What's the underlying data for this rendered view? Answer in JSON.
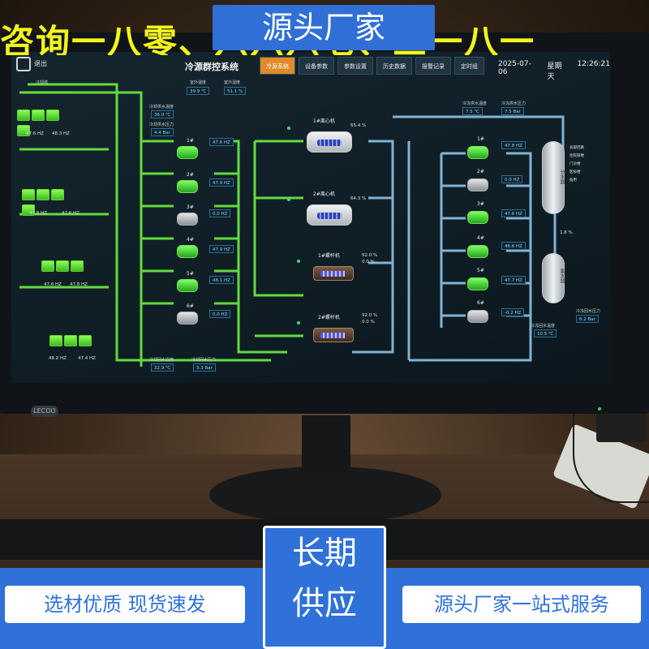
{
  "overlay": {
    "brand": "源头厂家",
    "hotline": "咨询一八零、六六六七、三一八一",
    "center_line1": "长期",
    "center_line2": "供应",
    "left_tag": "选材优质  现货速发",
    "right_tag": "源头厂家一站式服务"
  },
  "monitor": {
    "logo": "LECOO"
  },
  "header": {
    "back_label": "退出",
    "title": "冷源群控系统",
    "tabs": [
      "冷源系统",
      "设备参数",
      "参数设置",
      "历史数据",
      "报警记录",
      "定时组"
    ],
    "date": "2025-07-06",
    "weekday": "星期天",
    "time": "12:26:21"
  },
  "left": {
    "tower_label": "冷却塔",
    "outdoor_temp_label": "室外温度",
    "outdoor_temp": "39.9 ℃",
    "outdoor_hum_label": "室外湿度",
    "outdoor_hum": "51.1 %",
    "cw_supply_temp_label": "冷却供水温度",
    "cw_supply_temp": "36.0 ℃",
    "cw_supply_press_label": "冷却供水压力",
    "cw_supply_press": "4.4 Bar",
    "cw_return_temp_label": "冷却回水温度",
    "cw_return_temp": "32.9 ℃",
    "cw_return_press_label": "冷却回水压力",
    "cw_return_press": "3.3 Bar",
    "tower_freqs": [
      "47.6 HZ",
      "48.3 HZ",
      "47.8 HZ",
      "47.6 HZ",
      "47.6 HZ",
      "47.8 HZ",
      "48.2 HZ",
      "47.4 HZ"
    ]
  },
  "cooling_pumps": [
    {
      "name": "1#",
      "freq": "47.6 HZ"
    },
    {
      "name": "2#",
      "freq": "47.9 HZ"
    },
    {
      "name": "3#",
      "freq": "0.0 HZ"
    },
    {
      "name": "4#",
      "freq": "47.9 HZ"
    },
    {
      "name": "5#",
      "freq": "48.1 HZ"
    },
    {
      "name": "6#",
      "freq": "0.0 HZ"
    }
  ],
  "chillers": [
    {
      "name": "1#离心机",
      "load": "65.4 %"
    },
    {
      "name": "2#离心机",
      "load": "64.3 %"
    },
    {
      "name": "1#螺杆机",
      "load1": "92.0 %",
      "load2": "0.0 %"
    },
    {
      "name": "2#螺杆机",
      "load1": "92.0 %",
      "load2": "0.0 %"
    }
  ],
  "right": {
    "chw_supply_temp_label": "冷冻供水温度",
    "chw_supply_temp": "7.5 ℃",
    "chw_supply_press_label": "冷冻供水压力",
    "chw_supply_press": "7.5 Bar",
    "chw_return_press_label": "冷冻回水压力",
    "chw_return_press": "6.2 Bar",
    "chw_return_temp_label": "冷冻回水温度",
    "chw_return_temp": "10.5 ℃",
    "bypass": "1.8 %",
    "vessel_top": "分水器",
    "vessel_bottom": "集水器",
    "branches": [
      "总部回路",
      "住院部楼",
      "门诊楼",
      "医技楼",
      "备用"
    ]
  },
  "chw_pumps": [
    {
      "name": "1#",
      "freq": "47.8 HZ"
    },
    {
      "name": "2#",
      "freq": "0.0 HZ"
    },
    {
      "name": "3#",
      "freq": "47.6 HZ"
    },
    {
      "name": "4#",
      "freq": "46.6 HZ"
    },
    {
      "name": "5#",
      "freq": "47.7 HZ"
    },
    {
      "name": "6#",
      "freq": "-0.2 HZ"
    }
  ],
  "colors": {
    "accent_tab": "#e08a2a",
    "run_green": "#5dd62e",
    "pipe_blue": "#8fc4e8",
    "brand_blue": "#2f71d8",
    "hotline_yellow": "#f3f51c"
  }
}
